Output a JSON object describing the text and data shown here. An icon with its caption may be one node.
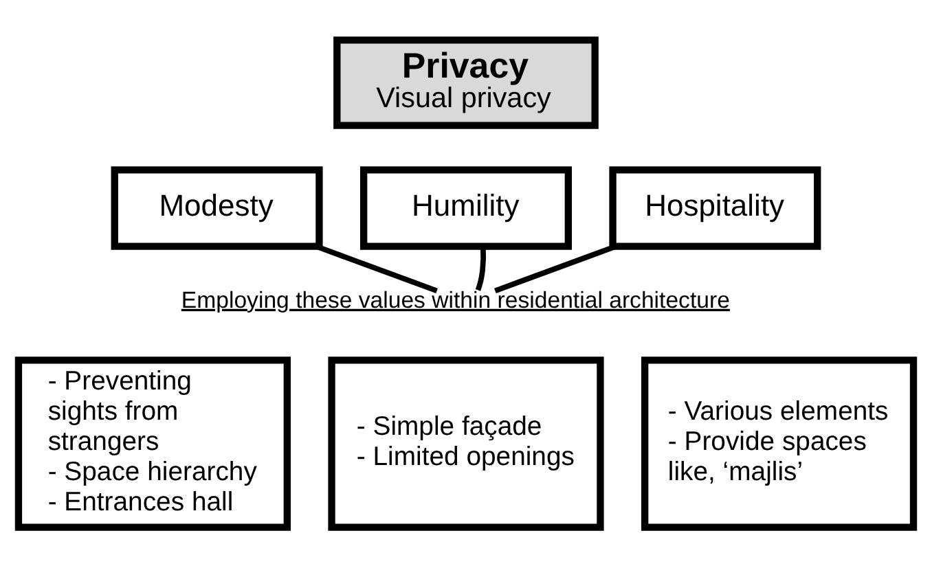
{
  "diagram": {
    "nodes": [
      {
        "text": [
          "Privacy",
          "Visual privacy"
        ]
      },
      {
        "text": [
          "Modesty"
        ]
      },
      {
        "text": [
          "Humility"
        ]
      },
      {
        "text": [
          "Hospitality"
        ]
      },
      {
        "text": [
          "Employing these values within residential architecture"
        ]
      },
      {
        "text": [
          "- Preventing sights from strangers",
          "- Space hierarchy",
          "- Entrances hall"
        ]
      },
      {
        "text": [
          "- Simple façade",
          "- Limited openings"
        ]
      },
      {
        "text": [
          "- Various elements",
          "- Provide spaces like, ‘majlis’"
        ]
      }
    ],
    "edges": [
      {
        "from": 1,
        "to": 4,
        "arrow": "none"
      },
      {
        "from": 2,
        "to": 4,
        "arrow": "none"
      },
      {
        "from": 3,
        "to": 4,
        "arrow": "none"
      }
    ]
  }
}
